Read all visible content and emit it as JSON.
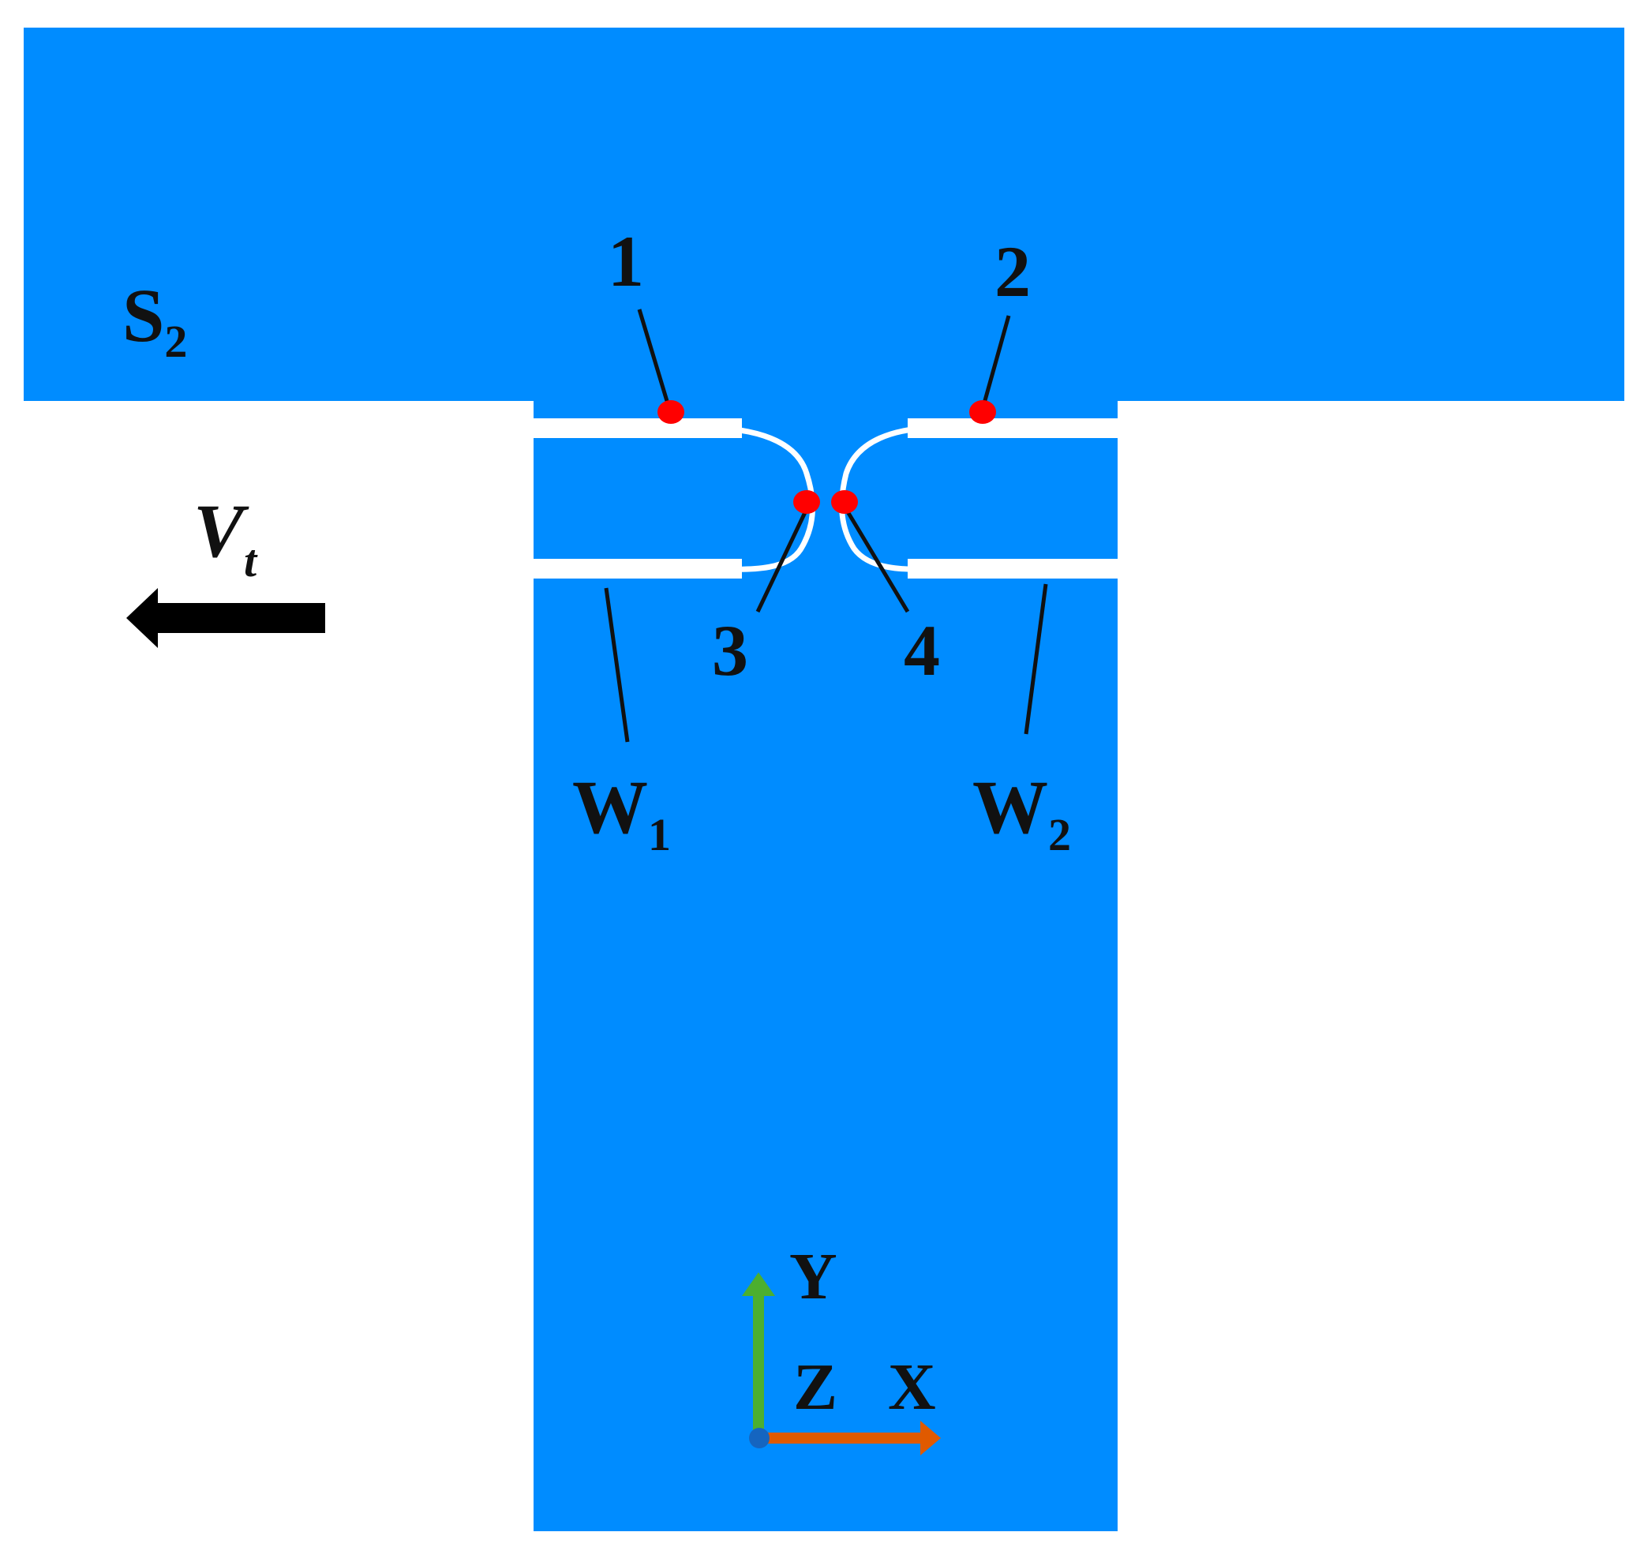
{
  "colors": {
    "material": "#008cff",
    "background": "#ffffff",
    "interface": "#ffffff",
    "marker": "#ff0000",
    "label": "#111111",
    "axis_y": "#4caf2f",
    "axis_x": "#e05a00",
    "axis_z": "#1565c0",
    "arrow": "#000000"
  },
  "labels": {
    "s2_main": "S",
    "s2_sub": "2",
    "w1_main": "W",
    "w1_sub": "1",
    "w2_main": "W",
    "w2_sub": "2",
    "vt_main": "V",
    "vt_sub": "t"
  },
  "points": [
    {
      "id": "1",
      "label": "1"
    },
    {
      "id": "2",
      "label": "2"
    },
    {
      "id": "3",
      "label": "3"
    },
    {
      "id": "4",
      "label": "4"
    }
  ],
  "axes": {
    "y_label": "Y",
    "z_label": "Z",
    "x_label": "X"
  },
  "icons": {
    "velocity": "left-arrow-icon",
    "axis_y": "up-arrow-icon",
    "axis_x": "right-arrow-icon"
  }
}
